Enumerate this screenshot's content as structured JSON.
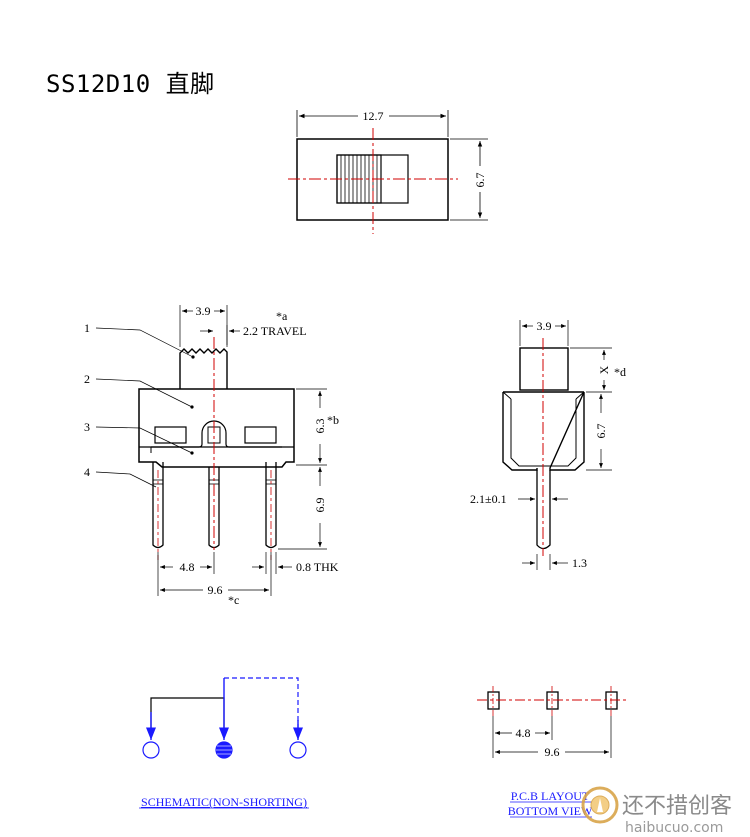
{
  "title": "SS12D10 直脚",
  "top_view": {
    "width": "12.7",
    "height": "6.7"
  },
  "front_view": {
    "actuator_width": "3.9",
    "travel": "2.2 TRAVEL",
    "note_a": "*a",
    "body_height": "6.3",
    "note_b": "*b",
    "pin_length": "6.9",
    "pitch": "4.8",
    "span": "9.6",
    "note_c": "*c",
    "thickness": "0.8 THK",
    "callouts": [
      "1",
      "2",
      "3",
      "4"
    ]
  },
  "side_view": {
    "actuator_width": "3.9",
    "x_dim": "X",
    "note_d": "*d",
    "body_height": "6.7",
    "pin_width": "2.1±0.1",
    "pin_tip": "1.3"
  },
  "schematic": {
    "caption": "SCHEMATIC(NON-SHORTING)"
  },
  "pcb": {
    "caption_line1": "P.C.B LAYOUT",
    "caption_line2": "BOTTOM VIEW",
    "pitch": "4.8",
    "span": "9.6"
  },
  "watermark": {
    "text": "还不措创客",
    "url": "haibucuo.com"
  },
  "colors": {
    "line": "#000000",
    "centerline": "#d00000",
    "schematic": "#1a1aff",
    "watermark": "#d9a54a"
  }
}
